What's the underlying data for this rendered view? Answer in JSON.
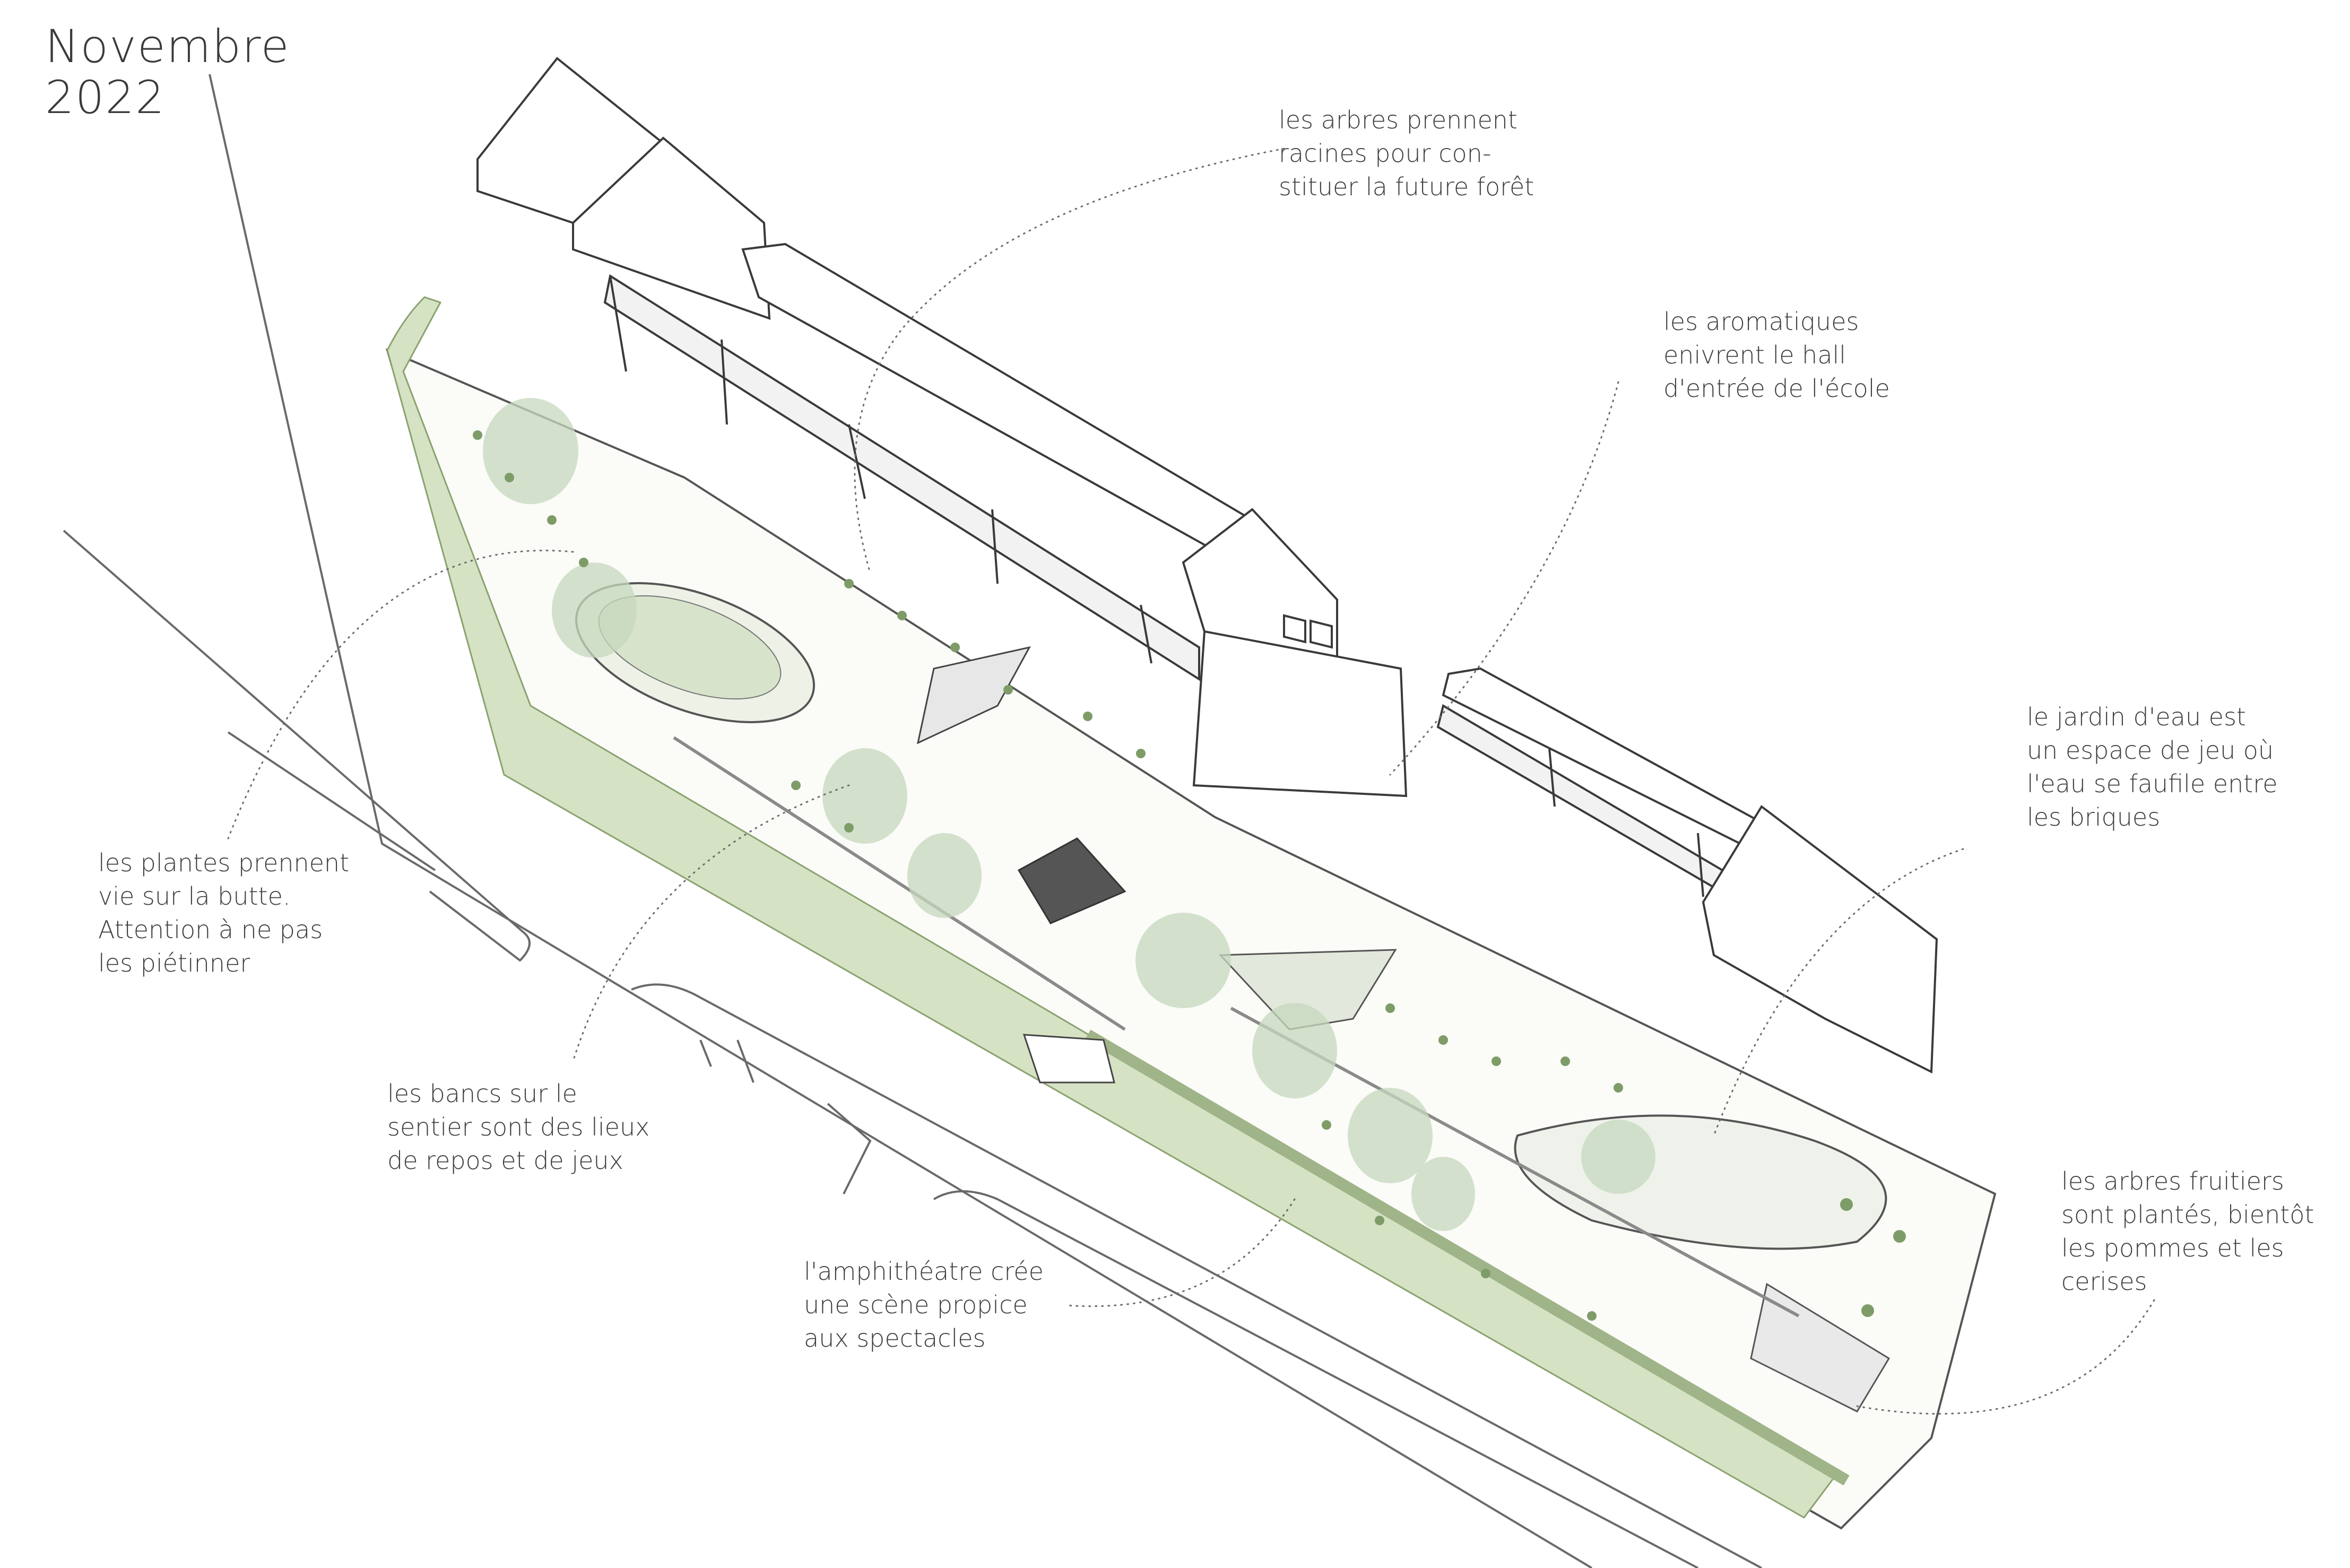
{
  "title": {
    "line1": "Novembre",
    "line2": "2022"
  },
  "annotations": [
    {
      "id": "trees",
      "lines": [
        "les arbres prennent",
        "racines pour con-",
        "stituer la future forêt"
      ]
    },
    {
      "id": "aromatics",
      "lines": [
        "les aromatiques",
        "enivrent le hall",
        "d'entrée de l'école"
      ]
    },
    {
      "id": "water-garden",
      "lines": [
        "le jardin d'eau est",
        "un espace de jeu où",
        "l'eau se faufile entre",
        "les briques"
      ]
    },
    {
      "id": "butte",
      "lines": [
        "les plantes prennent",
        "vie sur la butte.",
        "Attention à ne pas",
        "les piétinner"
      ]
    },
    {
      "id": "benches",
      "lines": [
        "les bancs sur le",
        "sentier sont des lieux",
        "de repos et de jeux"
      ]
    },
    {
      "id": "amphitheatre",
      "lines": [
        "l'amphithéatre crée",
        "une scène propice",
        "aux spectacles"
      ]
    },
    {
      "id": "fruit-trees",
      "lines": [
        "les arbres fruitiers",
        "sont plantés, bientôt",
        "les pommes et les",
        "cerises"
      ]
    }
  ],
  "colors": {
    "line": "#4a4a4a",
    "hedge": "#d6e2c4",
    "canopy": "#c6d8bd",
    "water": "#eef2ea",
    "dotted": "#6d6d6d"
  }
}
